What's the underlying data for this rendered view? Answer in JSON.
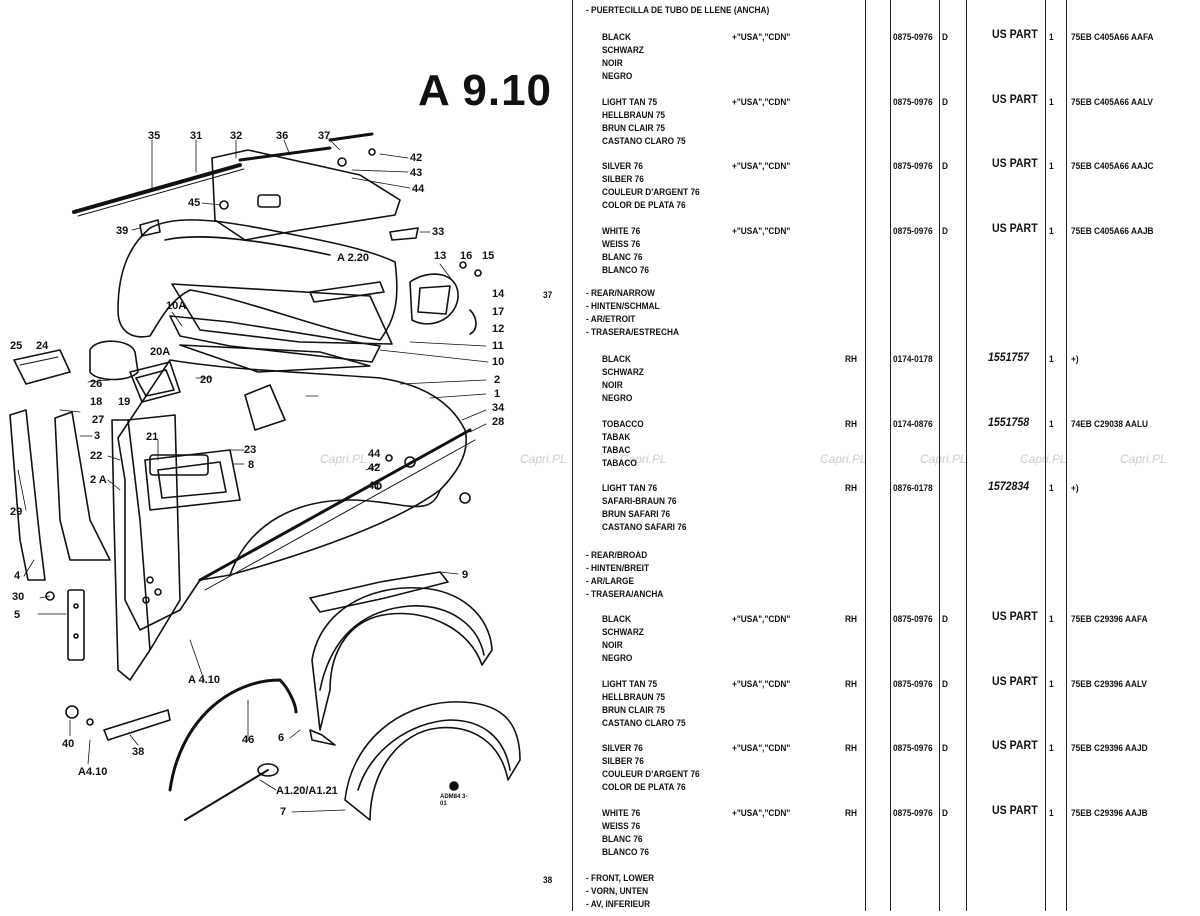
{
  "page": {
    "title": "A 9.10"
  },
  "diagram": {
    "callouts": [
      {
        "id": "c35",
        "text": "35"
      },
      {
        "id": "c31",
        "text": "31"
      },
      {
        "id": "c32",
        "text": "32"
      },
      {
        "id": "c36",
        "text": "36"
      },
      {
        "id": "c37",
        "text": "37"
      },
      {
        "id": "c42a",
        "text": "42"
      },
      {
        "id": "c43",
        "text": "43"
      },
      {
        "id": "c44a",
        "text": "44"
      },
      {
        "id": "c45",
        "text": "45"
      },
      {
        "id": "c39",
        "text": "39"
      },
      {
        "id": "c33",
        "text": "33"
      },
      {
        "id": "cA220",
        "text": "A 2.20"
      },
      {
        "id": "c13",
        "text": "13"
      },
      {
        "id": "c16",
        "text": "16"
      },
      {
        "id": "c15",
        "text": "15"
      },
      {
        "id": "c14",
        "text": "14"
      },
      {
        "id": "c17",
        "text": "17"
      },
      {
        "id": "c12",
        "text": "12"
      },
      {
        "id": "c11",
        "text": "11"
      },
      {
        "id": "c10A",
        "text": "10A"
      },
      {
        "id": "c10",
        "text": "10"
      },
      {
        "id": "c25",
        "text": "25"
      },
      {
        "id": "c24",
        "text": "24"
      },
      {
        "id": "c20A",
        "text": "20A"
      },
      {
        "id": "c26",
        "text": "26"
      },
      {
        "id": "c18",
        "text": "18"
      },
      {
        "id": "c19",
        "text": "19"
      },
      {
        "id": "c20",
        "text": "20"
      },
      {
        "id": "c2",
        "text": "2"
      },
      {
        "id": "c1",
        "text": "1"
      },
      {
        "id": "c34",
        "text": "34"
      },
      {
        "id": "c27",
        "text": "27"
      },
      {
        "id": "c3",
        "text": "3"
      },
      {
        "id": "c21",
        "text": "21"
      },
      {
        "id": "c28",
        "text": "28"
      },
      {
        "id": "c22",
        "text": "22"
      },
      {
        "id": "c23",
        "text": "23"
      },
      {
        "id": "c8",
        "text": "8"
      },
      {
        "id": "c44b",
        "text": "44"
      },
      {
        "id": "c42b",
        "text": "42"
      },
      {
        "id": "c41",
        "text": "41"
      },
      {
        "id": "c2A",
        "text": "2 A"
      },
      {
        "id": "c29",
        "text": "29"
      },
      {
        "id": "c4",
        "text": "4"
      },
      {
        "id": "c9",
        "text": "9"
      },
      {
        "id": "c30",
        "text": "30"
      },
      {
        "id": "c5",
        "text": "5"
      },
      {
        "id": "cA410a",
        "text": "A 4.10"
      },
      {
        "id": "c6",
        "text": "6"
      },
      {
        "id": "c46",
        "text": "46"
      },
      {
        "id": "c40",
        "text": "40"
      },
      {
        "id": "c38",
        "text": "38"
      },
      {
        "id": "cA410b",
        "text": "A4.10"
      },
      {
        "id": "cA1",
        "text": "A1.20/A1.21"
      },
      {
        "id": "c7",
        "text": "7"
      },
      {
        "id": "cstamp",
        "text": "ADM84 3-01"
      }
    ]
  },
  "watermark": "Capri.PL",
  "parts": {
    "header": "- PUERTECILLA DE TUBO DE LLENE (ANCHA)",
    "block1": [
      {
        "names": [
          "BLACK",
          "SCHWARZ",
          "NOIR",
          "NEGRO"
        ],
        "market": "+\"USA\",\"CDN\"",
        "side": "",
        "date": "0875-0976",
        "code": "D",
        "part": "US PART",
        "qty": "1",
        "ref": "75EB C405A66 AAFA"
      },
      {
        "names": [
          "LIGHT TAN 75",
          "HELLBRAUN 75",
          "BRUN CLAIR 75",
          "CASTANO CLARO 75"
        ],
        "market": "+\"USA\",\"CDN\"",
        "side": "",
        "date": "0875-0976",
        "code": "D",
        "part": "US PART",
        "qty": "1",
        "ref": "75EB C405A66 AALV"
      },
      {
        "names": [
          "SILVER 76",
          "SILBER 76",
          "COULEUR D'ARGENT 76",
          "COLOR DE PLATA 76"
        ],
        "market": "+\"USA\",\"CDN\"",
        "side": "",
        "date": "0875-0976",
        "code": "D",
        "part": "US PART",
        "qty": "1",
        "ref": "75EB C405A66 AAJC"
      },
      {
        "names": [
          "WHITE 76",
          "WEISS 76",
          "BLANC 76",
          "BLANCO 76"
        ],
        "market": "+\"USA\",\"CDN\"",
        "side": "",
        "date": "0875-0976",
        "code": "D",
        "part": "US PART",
        "qty": "1",
        "ref": "75EB C405A66 AAJB"
      }
    ],
    "group37": {
      "num": "37",
      "desc": [
        "- REAR/NARROW",
        "- HINTEN/SCHMAL",
        "- AR/ETROIT",
        "- TRASERA/ESTRECHA"
      ]
    },
    "block2": [
      {
        "names": [
          "BLACK",
          "SCHWARZ",
          "NOIR",
          "NEGRO"
        ],
        "market": "",
        "side": "RH",
        "date": "0174-0178",
        "code": "",
        "part": "1551757",
        "qty": "1",
        "ref": "+)"
      },
      {
        "names": [
          "TOBACCO",
          "TABAK",
          "TABAC",
          "TABACO"
        ],
        "market": "",
        "side": "RH",
        "date": "0174-0876",
        "code": "",
        "part": "1551758",
        "qty": "1",
        "ref": "74EB C29038 AALU"
      },
      {
        "names": [
          "LIGHT TAN 76",
          "SAFARI-BRAUN 76",
          "BRUN SAFARI 76",
          "CASTANO SAFARI 76"
        ],
        "market": "",
        "side": "RH",
        "date": "0876-0178",
        "code": "",
        "part": "1572834",
        "qty": "1",
        "ref": "+)"
      }
    ],
    "groupBroad": {
      "desc": [
        "- REAR/BROAD",
        "- HINTEN/BREIT",
        "- AR/LARGE",
        "- TRASERA/ANCHA"
      ]
    },
    "block3": [
      {
        "names": [
          "BLACK",
          "SCHWARZ",
          "NOIR",
          "NEGRO"
        ],
        "market": "+\"USA\",\"CDN\"",
        "side": "RH",
        "date": "0875-0976",
        "code": "D",
        "part": "US PART",
        "qty": "1",
        "ref": "75EB C29396 AAFA"
      },
      {
        "names": [
          "LIGHT TAN 75",
          "HELLBRAUN 75",
          "BRUN CLAIR 75",
          "CASTANO CLARO 75"
        ],
        "market": "+\"USA\",\"CDN\"",
        "side": "RH",
        "date": "0875-0976",
        "code": "D",
        "part": "US PART",
        "qty": "1",
        "ref": "75EB C29396 AALV"
      },
      {
        "names": [
          "SILVER 76",
          "SILBER 76",
          "COULEUR D'ARGENT 76",
          "COLOR DE PLATA 76"
        ],
        "market": "+\"USA\",\"CDN\"",
        "side": "RH",
        "date": "0875-0976",
        "code": "D",
        "part": "US PART",
        "qty": "1",
        "ref": "75EB C29396 AAJD"
      },
      {
        "names": [
          "WHITE 76",
          "WEISS 76",
          "BLANC 76",
          "BLANCO 76"
        ],
        "market": "+\"USA\",\"CDN\"",
        "side": "RH",
        "date": "0875-0976",
        "code": "D",
        "part": "US PART",
        "qty": "1",
        "ref": "75EB C29396 AAJB"
      }
    ],
    "group38": {
      "num": "38",
      "desc": [
        "- FRONT, LOWER",
        "- VORN, UNTEN",
        "- AV, INFERIEUR"
      ]
    }
  }
}
